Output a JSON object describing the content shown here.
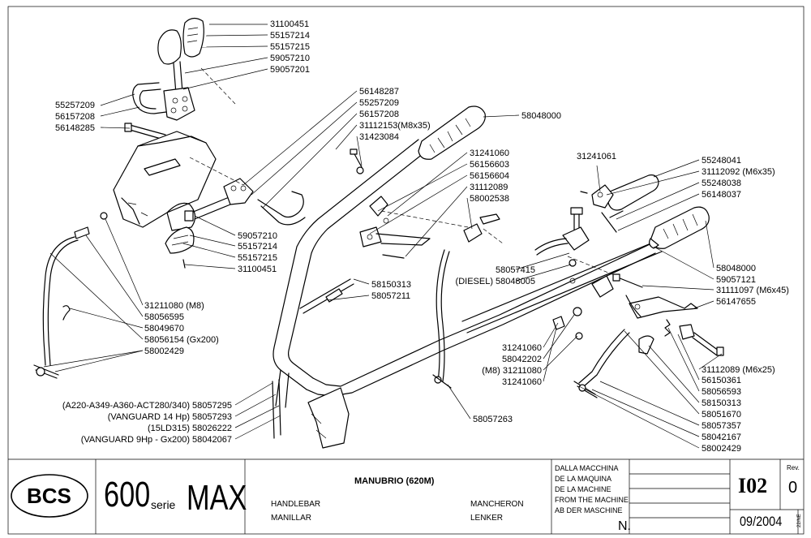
{
  "part_labels": [
    {
      "id": "31100451",
      "text": "31100451"
    },
    {
      "id": "55157214",
      "text": "55157214"
    },
    {
      "id": "55157215",
      "text": "55157215"
    },
    {
      "id": "59057210",
      "text": "59057210"
    },
    {
      "id": "59057201",
      "text": "59057201"
    },
    {
      "id": "55257209",
      "text": "55257209"
    },
    {
      "id": "56157208",
      "text": "56157208"
    },
    {
      "id": "56148285",
      "text": "56148285"
    },
    {
      "id": "56148287",
      "text": "56148287"
    },
    {
      "id": "55257209b",
      "text": "55257209"
    },
    {
      "id": "56157208b",
      "text": "56157208"
    },
    {
      "id": "31112153",
      "text": "31112153(M8x35)"
    },
    {
      "id": "31423084",
      "text": "31423084"
    },
    {
      "id": "58048000",
      "text": "58048000"
    },
    {
      "id": "31241060",
      "text": "31241060"
    },
    {
      "id": "56156603",
      "text": "56156603"
    },
    {
      "id": "56156604",
      "text": "56156604"
    },
    {
      "id": "31112089",
      "text": "31112089"
    },
    {
      "id": "58002538",
      "text": "58002538"
    },
    {
      "id": "31241061",
      "text": "31241061"
    },
    {
      "id": "55248041",
      "text": "55248041"
    },
    {
      "id": "31112092",
      "text": "31112092 (M6x35)"
    },
    {
      "id": "55248038",
      "text": "55248038"
    },
    {
      "id": "56148037",
      "text": "56148037"
    },
    {
      "id": "59057210b",
      "text": "59057210"
    },
    {
      "id": "55157214b",
      "text": "55157214"
    },
    {
      "id": "55157215b",
      "text": "55157215"
    },
    {
      "id": "31100451b",
      "text": "31100451"
    },
    {
      "id": "58057415",
      "text": "58057415"
    },
    {
      "id": "58048005",
      "text": "(DIESEL) 58048005"
    },
    {
      "id": "58150313",
      "text": "58150313"
    },
    {
      "id": "58057211",
      "text": "58057211"
    },
    {
      "id": "58048000b",
      "text": "58048000"
    },
    {
      "id": "59057121",
      "text": "59057121"
    },
    {
      "id": "31111097",
      "text": "31111097 (M6x45)"
    },
    {
      "id": "56147655",
      "text": "56147655"
    },
    {
      "id": "31211080",
      "text": "31211080 (M8)"
    },
    {
      "id": "58056595",
      "text": "58056595"
    },
    {
      "id": "58049670",
      "text": "58049670"
    },
    {
      "id": "58056154",
      "text": "58056154 (Gx200)"
    },
    {
      "id": "58002429",
      "text": "58002429"
    },
    {
      "id": "31241060b",
      "text": "31241060"
    },
    {
      "id": "58042202",
      "text": "58042202"
    },
    {
      "id": "31211080b",
      "text": "(M8) 31211080"
    },
    {
      "id": "31241060c",
      "text": "31241060"
    },
    {
      "id": "31112089b",
      "text": "31112089 (M6x25)"
    },
    {
      "id": "56150361",
      "text": "56150361"
    },
    {
      "id": "58056593",
      "text": "58056593"
    },
    {
      "id": "58150313b",
      "text": "58150313"
    },
    {
      "id": "58051670",
      "text": "58051670"
    },
    {
      "id": "58057357",
      "text": "58057357"
    },
    {
      "id": "58042167",
      "text": "58042167"
    },
    {
      "id": "58002429b",
      "text": "58002429"
    },
    {
      "id": "58057295",
      "text": "(A220-A349-A360-ACT280/340) 58057295"
    },
    {
      "id": "58057293",
      "text": "(VANGUARD 14 Hp) 58057293"
    },
    {
      "id": "58026222",
      "text": "(15LD315) 58026222"
    },
    {
      "id": "58042067",
      "text": "(VANGUARD 9Hp - Gx200) 58042067"
    },
    {
      "id": "58057263",
      "text": "58057263"
    }
  ],
  "title_block": {
    "logo": "BCS",
    "model_number": "600",
    "model_serie": "serie",
    "model_name": "MAX",
    "title_it": "MANUBRIO (620M)",
    "title_en": "HANDLEBAR",
    "title_es": "MANILLAR",
    "title_fr": "MANCHERON",
    "title_de": "LENKER",
    "from_machine": [
      "DALLA MACCHINA",
      "DE LA MAQUINA",
      "DE LA MACHINE",
      "FROM THE MACHINE",
      "AB DER MASCHINE"
    ],
    "number_label": "N.",
    "table_code": "I02",
    "rev_label": "Rev.",
    "rev_value": "0",
    "date": "09/2004",
    "side_code": "22/NE"
  }
}
